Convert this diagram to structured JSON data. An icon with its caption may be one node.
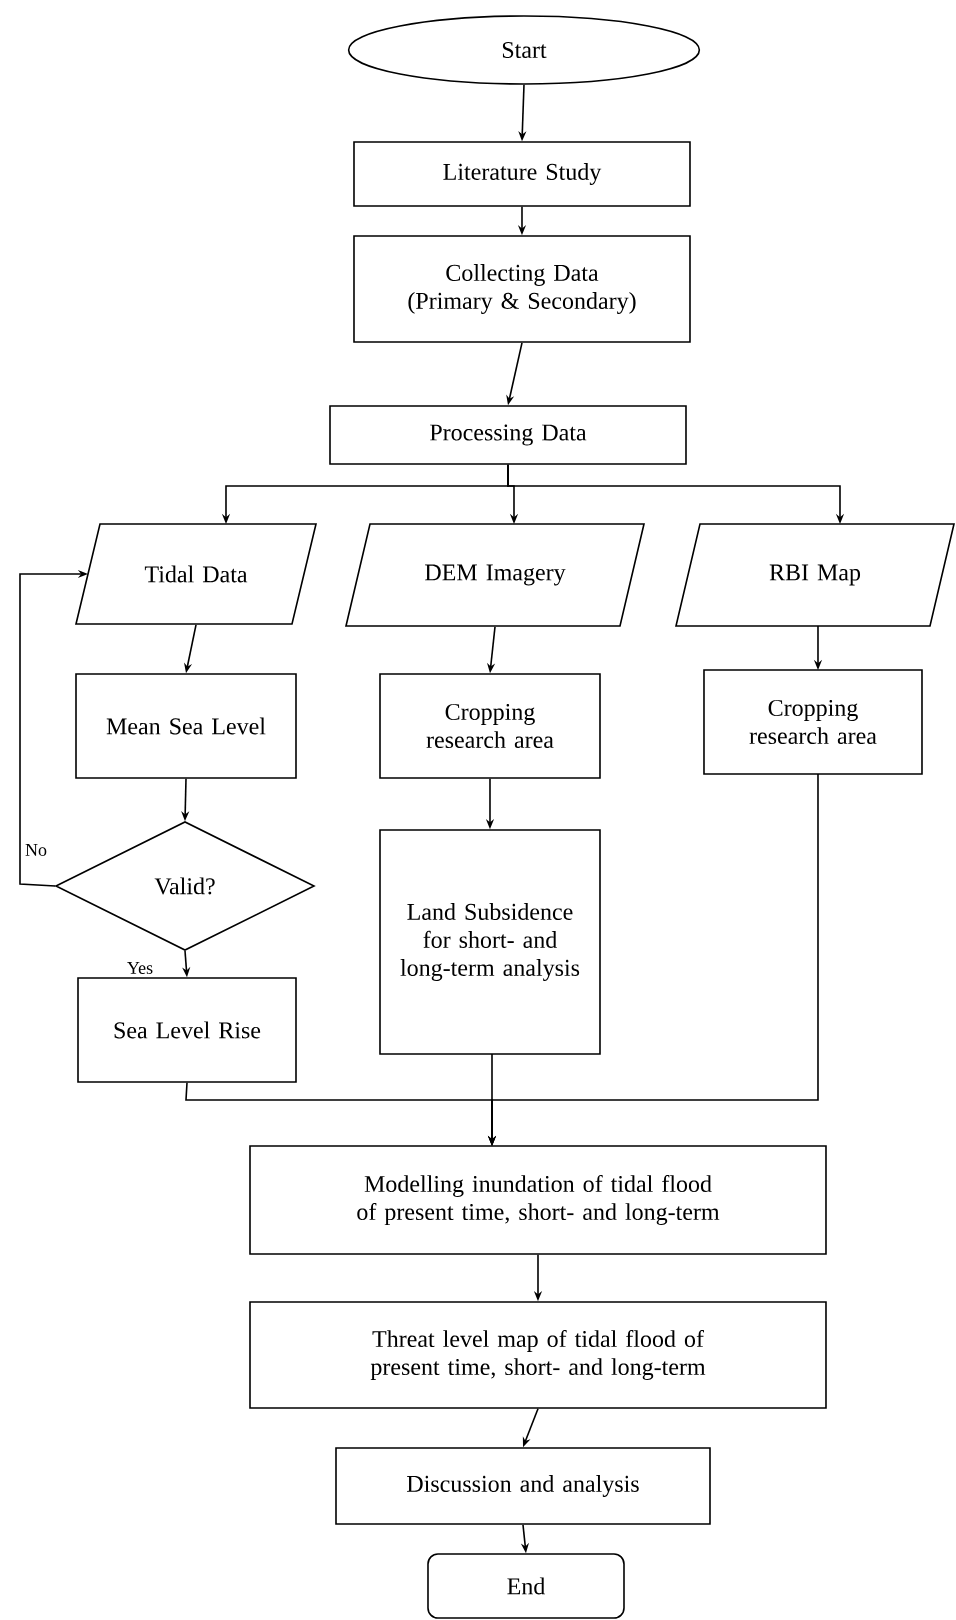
{
  "diagram": {
    "nodes": [
      {
        "text": [
          "Start"
        ]
      },
      {
        "text": [
          "Literature Study"
        ]
      },
      {
        "text": [
          "Collecting Data (Primary & Secondary)"
        ]
      },
      {
        "text": [
          "Processing Data"
        ]
      },
      {
        "text": [
          "Tidal Data"
        ]
      },
      {
        "text": [
          "DEM Imagery"
        ]
      },
      {
        "text": [
          "RBI Map"
        ]
      },
      {
        "text": [
          "Mean Sea Level"
        ]
      },
      {
        "text": [
          "Cropping research area"
        ]
      },
      {
        "text": [
          "Cropping research area"
        ]
      },
      {
        "text": [
          "Valid?"
        ]
      },
      {
        "text": [
          "Land Subsidence for short- and long-term analysis"
        ]
      },
      {
        "text": [
          "Sea Level Rise"
        ]
      },
      {
        "text": [
          "Modelling inundation of tidal flood of present time, short- and long-term"
        ]
      },
      {
        "text": [
          "Threat level map of tidal flood of present time, short- and long-term"
        ]
      },
      {
        "text": [
          "Discussion and analysis"
        ]
      },
      {
        "text": [
          "End"
        ]
      }
    ],
    "edges": [
      {
        "from": 0,
        "to": 1,
        "arrow": "to"
      },
      {
        "from": 1,
        "to": 2,
        "arrow": "to"
      },
      {
        "from": 2,
        "to": 3,
        "arrow": "to"
      },
      {
        "from": 3,
        "to": 4,
        "arrow": "to"
      },
      {
        "from": 3,
        "to": 5,
        "arrow": "to"
      },
      {
        "from": 3,
        "to": 6,
        "arrow": "to"
      },
      {
        "from": 4,
        "to": 7,
        "arrow": "to"
      },
      {
        "from": 5,
        "to": 8,
        "arrow": "to"
      },
      {
        "from": 6,
        "to": 9,
        "arrow": "to"
      },
      {
        "from": 7,
        "to": 10,
        "arrow": "to"
      },
      {
        "from": 10,
        "to": 12,
        "arrow": "to",
        "label": "Yes"
      },
      {
        "from": 10,
        "to": 4,
        "arrow": "to",
        "label": "No"
      },
      {
        "from": 8,
        "to": 11,
        "arrow": "to"
      },
      {
        "from": 12,
        "to": 13,
        "arrow": "to"
      },
      {
        "from": 11,
        "to": 13,
        "arrow": "to"
      },
      {
        "from": 9,
        "to": 13,
        "arrow": "to"
      },
      {
        "from": 13,
        "to": 14,
        "arrow": "to"
      },
      {
        "from": 14,
        "to": 15,
        "arrow": "to"
      },
      {
        "from": 15,
        "to": 16,
        "arrow": "to"
      }
    ]
  }
}
